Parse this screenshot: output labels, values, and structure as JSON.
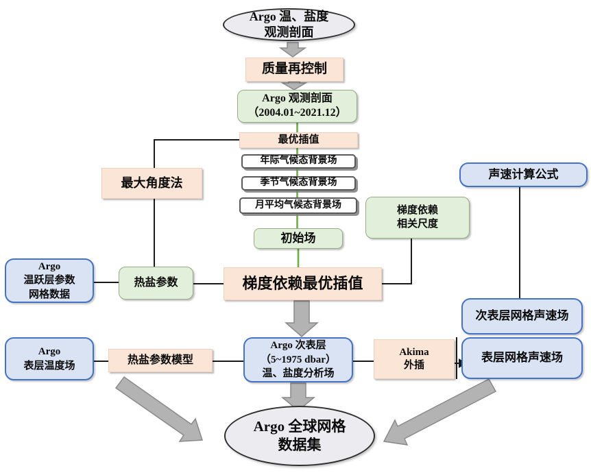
{
  "diagram_title": "Argo global gridded dataset production flowchart",
  "palette": {
    "peach_fill": "#FBE5D6",
    "green_fill": "#E2EFDA",
    "blue_fill": "#DAE3F3",
    "blue_border": "#4472C4",
    "white_box_border": "#595959",
    "ellipse_fill": "#ECECF0",
    "arrow_gray": "#B3B3B3",
    "green_line": "#70AD47",
    "black_line": "#1A1A1A"
  },
  "nodes": {
    "source_profiles": {
      "label": "Argo 温、盐度\n观测剖面"
    },
    "quality_recontrol": {
      "label": "质量再控制"
    },
    "observed_profiles": {
      "label": "Argo 观测剖面\n（2004.01~2021.12）"
    },
    "optimal_interp": {
      "label": "最优插值"
    },
    "interannual_bg": {
      "label": "年际气候态背景场"
    },
    "seasonal_bg": {
      "label": "季节气候态背景场"
    },
    "monthly_bg": {
      "label": "月平均气候态背景场"
    },
    "initial_field": {
      "label": "初始场"
    },
    "max_angle_method": {
      "label": "最大角度法"
    },
    "sound_speed_formula": {
      "label": "声速计算公式"
    },
    "gradient_corr_scale": {
      "label": "梯度依赖\n相关尺度"
    },
    "thermocline_grid": {
      "label": "Argo\n温跃层参数\n网格数据"
    },
    "thermohaline_params": {
      "label": "热盐参数"
    },
    "gradient_oi": {
      "label": "梯度依赖最优插值"
    },
    "subsurface_sound": {
      "label": "次表层网格声速场"
    },
    "surface_temp_field": {
      "label": "Argo\n表层温度场"
    },
    "th_param_model": {
      "label": "热盐参数模型"
    },
    "subsurface_analysis": {
      "label": "Argo 次表层\n（5~1975 dbar）\n温、盐度分析场"
    },
    "akima_extrap": {
      "label": "Akima\n外插"
    },
    "surface_sound": {
      "label": "表层网格声速场"
    },
    "final_dataset": {
      "label": "Argo 全球网格\n数据集"
    }
  }
}
